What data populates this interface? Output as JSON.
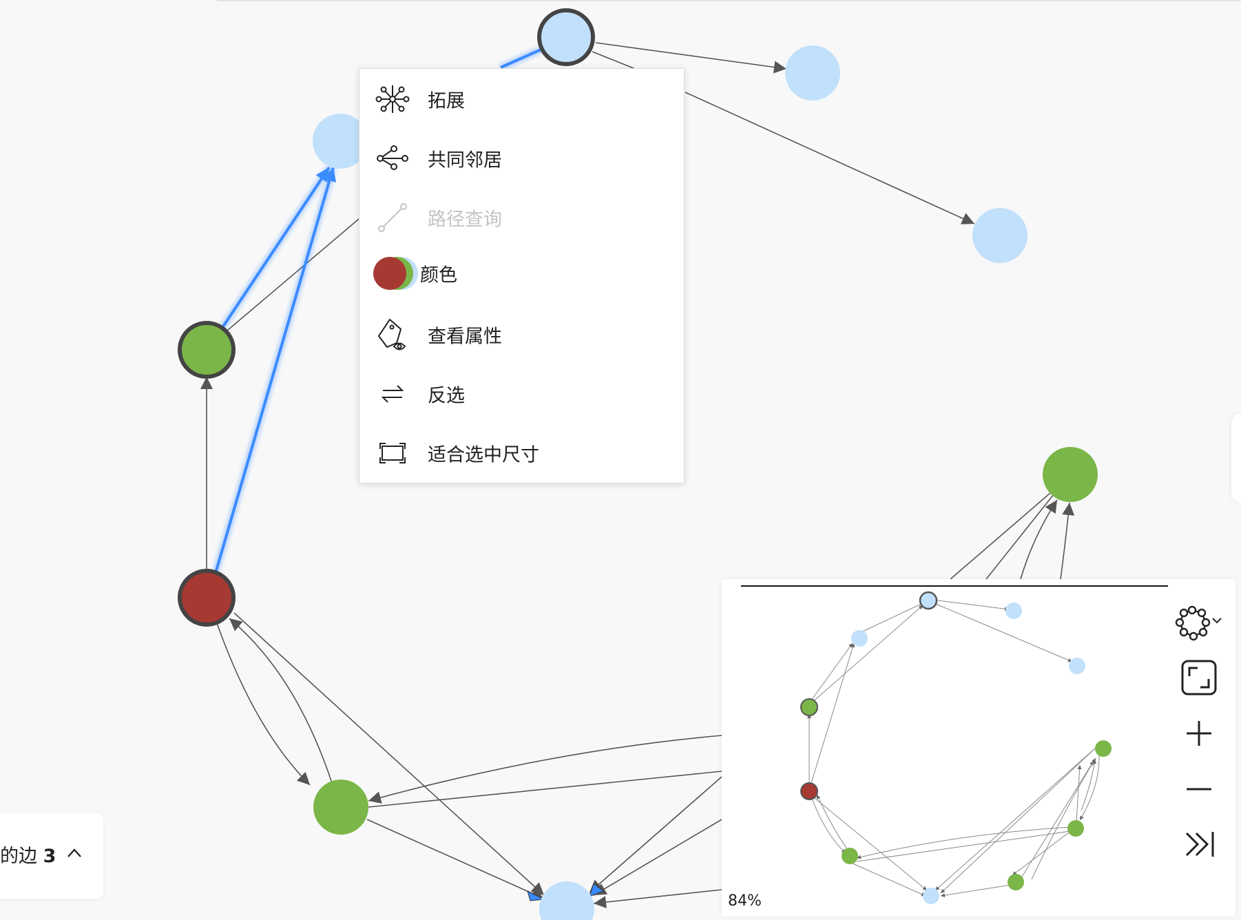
{
  "context_menu": {
    "items": [
      {
        "label": "拓展",
        "icon": "expand-network-icon",
        "disabled": false
      },
      {
        "label": "共同邻居",
        "icon": "common-neighbors-icon",
        "disabled": false
      },
      {
        "label": "路径查询",
        "icon": "path-query-icon",
        "disabled": true
      },
      {
        "label": "颜色",
        "icon": "color-swatch-icon",
        "disabled": false
      },
      {
        "label": "查看属性",
        "icon": "view-properties-icon",
        "disabled": false
      },
      {
        "label": "反选",
        "icon": "invert-selection-icon",
        "disabled": false
      },
      {
        "label": "适合选中尺寸",
        "icon": "fit-selection-icon",
        "disabled": false
      }
    ],
    "color_swatches": [
      "#a63a33",
      "#7ab648",
      "#c1e0fb"
    ]
  },
  "edge_panel": {
    "label": "的边",
    "count": "3"
  },
  "minimap": {
    "zoom": "84%"
  },
  "toolbar": {
    "tools": [
      "layout-icon",
      "fit-view-icon",
      "zoom-in-icon",
      "zoom-out-icon",
      "collapse-panel-icon"
    ]
  },
  "colors": {
    "node_blue": "#c1e0fb",
    "node_green": "#7ab648",
    "node_red": "#a63a33",
    "highlight_edge": "#3b8bff",
    "edge": "#555555"
  }
}
